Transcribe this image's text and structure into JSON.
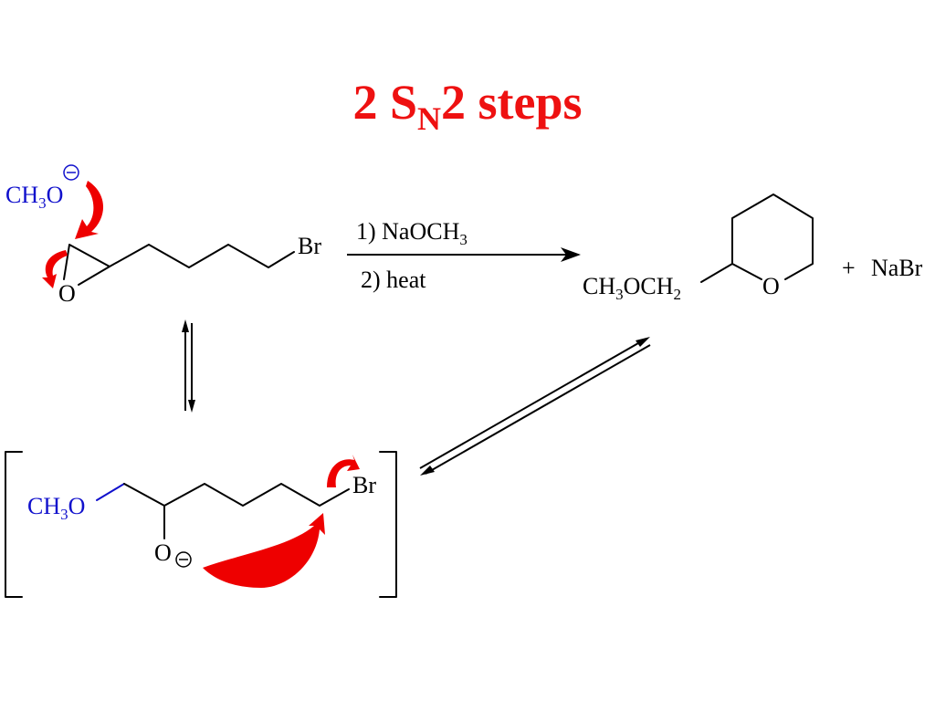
{
  "title": {
    "prefix": "2 S",
    "subscript": "N",
    "suffix": "2 steps"
  },
  "colors": {
    "title": "#ee1111",
    "reagent_blue": "#1010cc",
    "arrow_red": "#ee0000",
    "black": "#000000"
  },
  "start_material": {
    "nucleophile_prefix": "CH",
    "nucleophile_sub": "3",
    "nucleophile_o": "O",
    "negative_charge": "⊖",
    "epoxide_oxygen": "O",
    "leaving_group": "Br"
  },
  "conditions": {
    "step1_prefix": "1) NaOCH",
    "step1_sub": "3",
    "step2": "2) heat"
  },
  "product": {
    "ch": "CH",
    "sub1": "3",
    "mid": "OCH",
    "sub2": "2",
    "ring_oxygen": "O",
    "plus": "+",
    "byproduct": "NaBr"
  },
  "intermediate": {
    "ch": "CH",
    "sub": "3",
    "o": "O",
    "alkoxide_o": "O",
    "negative_charge": "⊖",
    "leaving_group": "Br"
  }
}
